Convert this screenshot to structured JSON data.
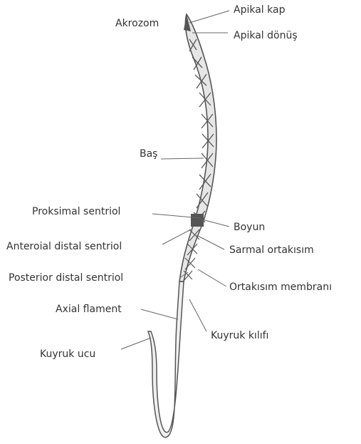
{
  "labels": {
    "akrozom": "Akrozom",
    "apikal_kap": "Apikal kap",
    "apikal_donus": "Apikal dönüş",
    "bas": "Baş",
    "proksimal_sentriol": "Proksimal sentriol",
    "boyun": "Boyun",
    "anteroial_distal_sentriol": "Anteroial distal sentriol",
    "sarmal_ortakisim": "Sarmal ortakısım",
    "posterior_distal_sentriol": "Posterior distal sentriol",
    "ortakisim_membrani": "Ortakısım membranı",
    "axial_flament": "Axial flament",
    "kuyruk_kilifi": "Kuyruk kılıfı",
    "kuyruk_ucu": "Kuyruk ucu"
  }
}
